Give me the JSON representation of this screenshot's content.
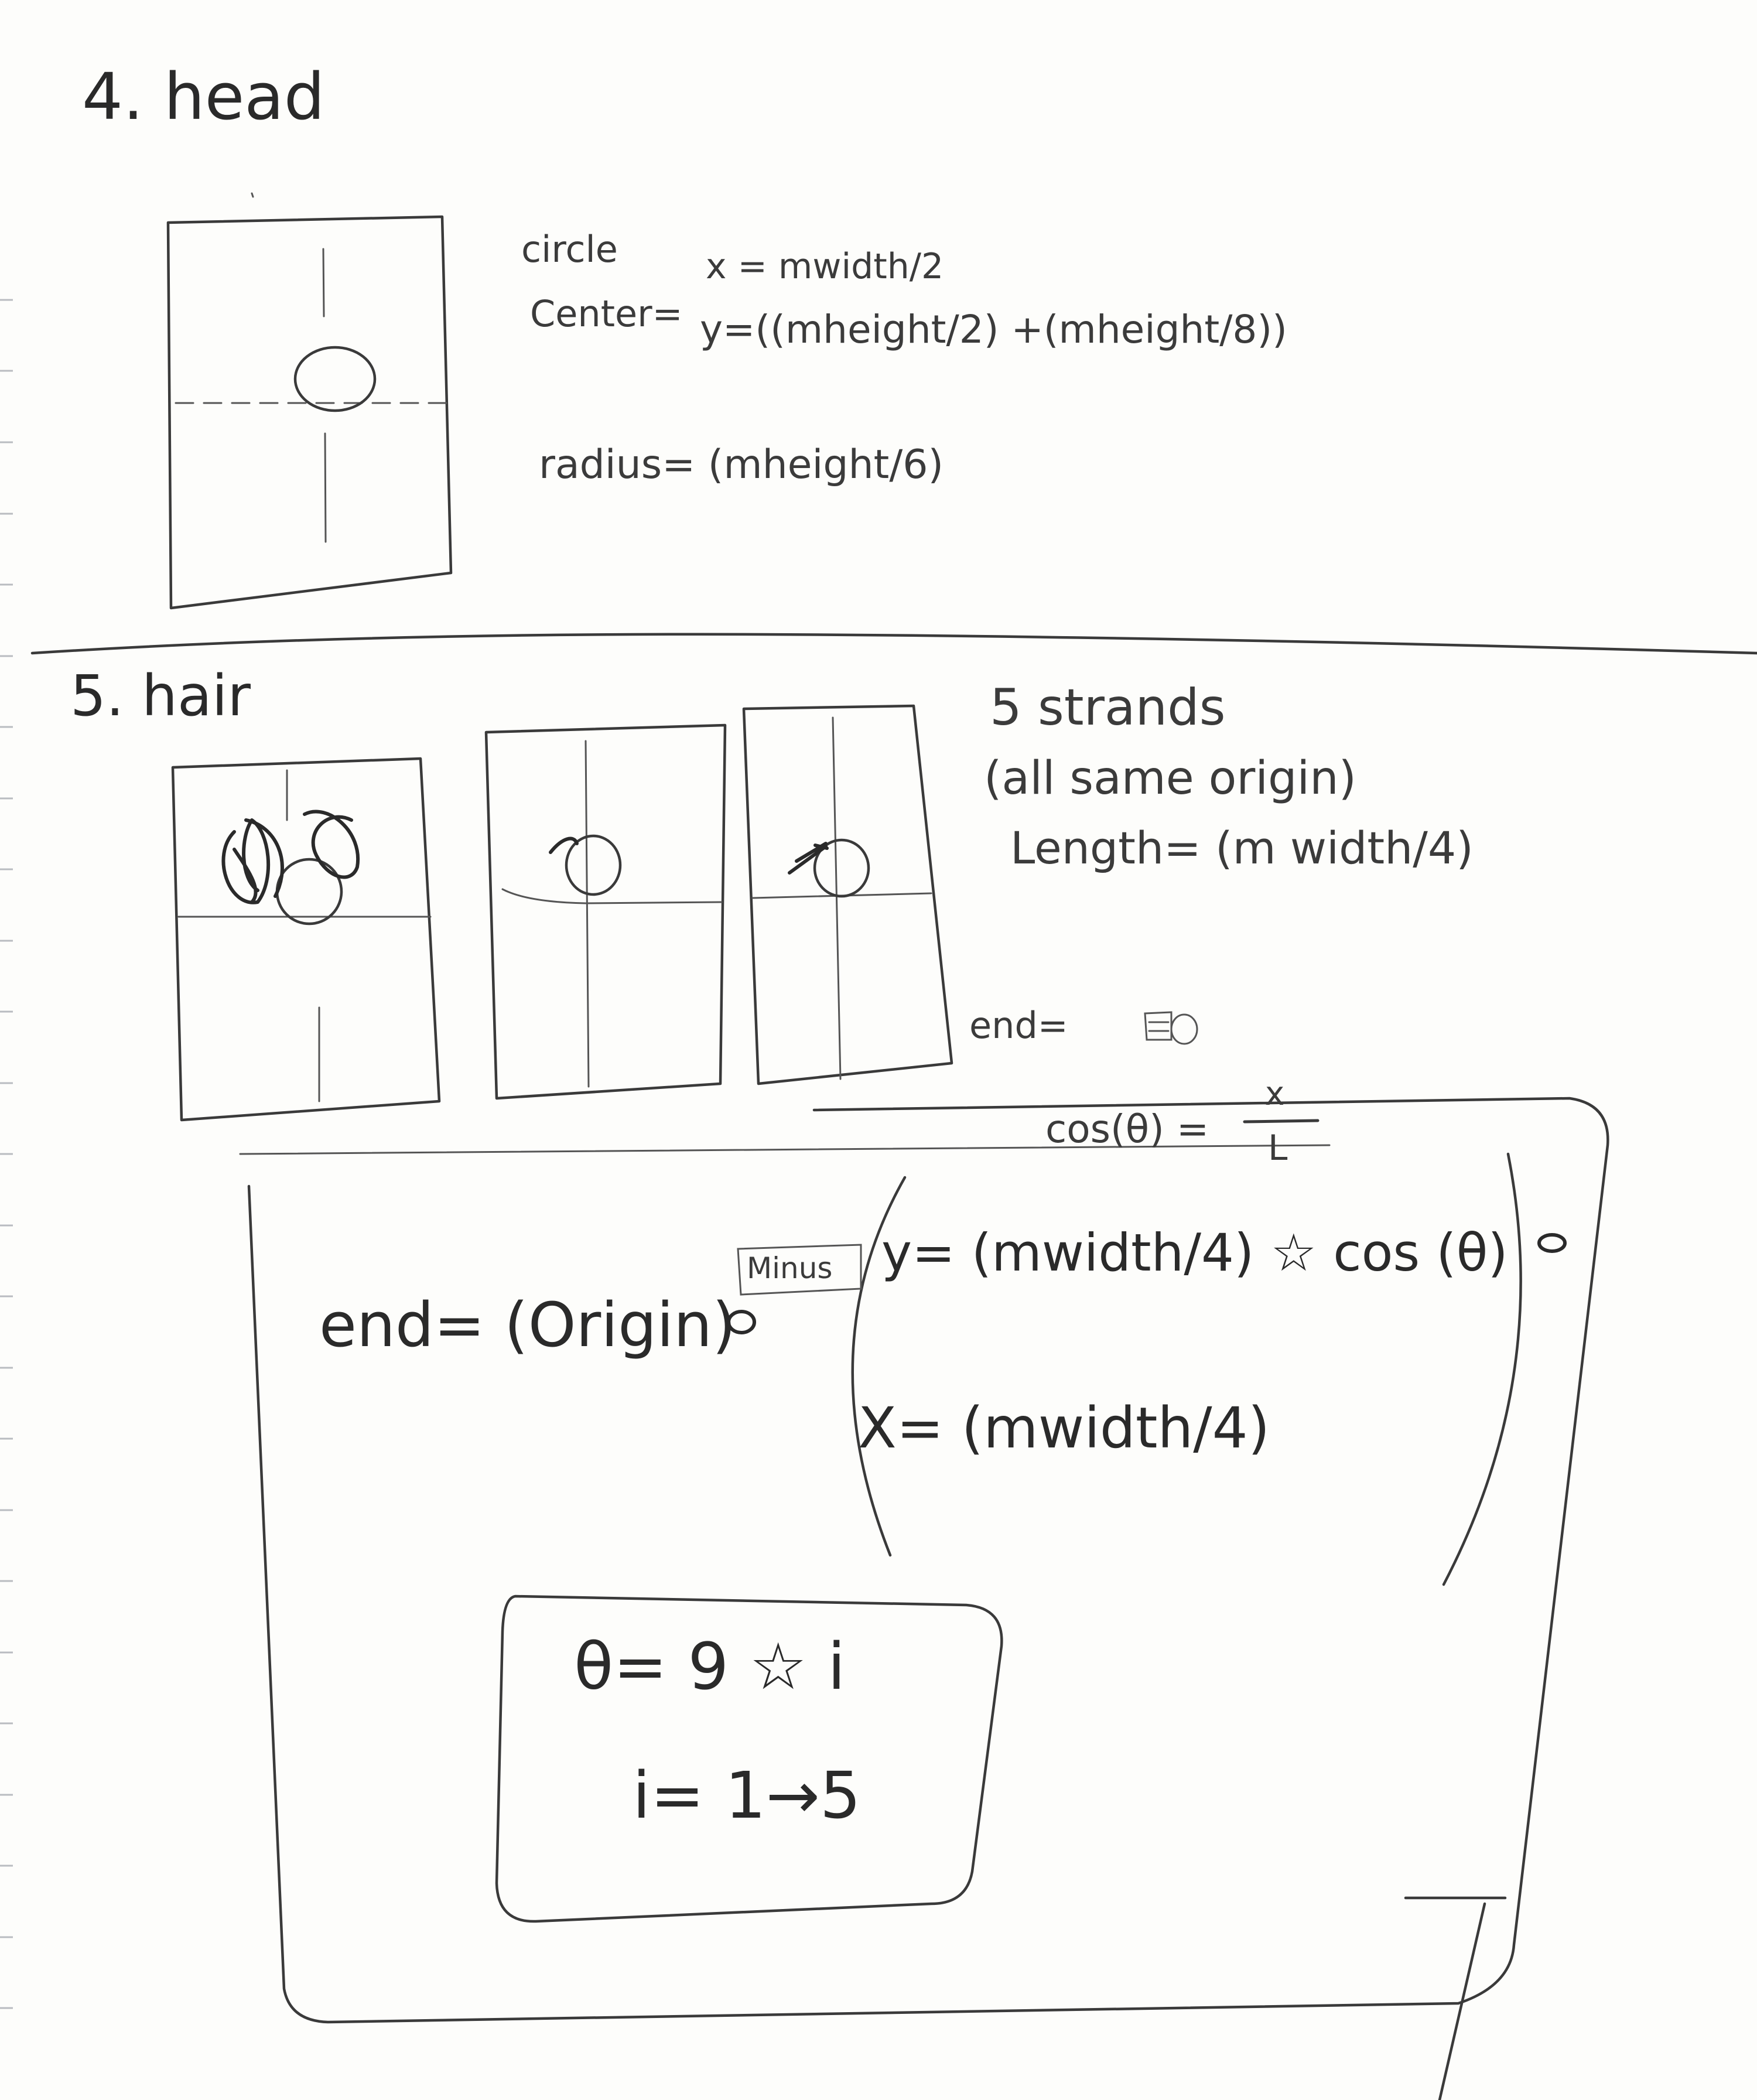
{
  "section4": {
    "title": "4. head",
    "circle_label": "circle",
    "center_label": "Center=",
    "center_x": "x = mwidth/2",
    "center_y": "y=((mheight/2) +(mheight/8))",
    "radius": "radius= (mheight/6)"
  },
  "section5": {
    "title": "5. hair",
    "strands_line1": "5 strands",
    "strands_line2": "(all same origin)",
    "length": "Length= (m width/4)",
    "end_label": "end=",
    "cos_lhs": "cos(θ) =",
    "cos_num": "x",
    "cos_den": "L",
    "end_expr": "end= (Origin)",
    "minus": "Minus",
    "y_expr": "y= (mwidth/4) ☆ cos (θ)",
    "x_expr": "X= (mwidth/4)",
    "theta": "θ= 9 ☆ i",
    "i_range": "i= 1→5"
  }
}
